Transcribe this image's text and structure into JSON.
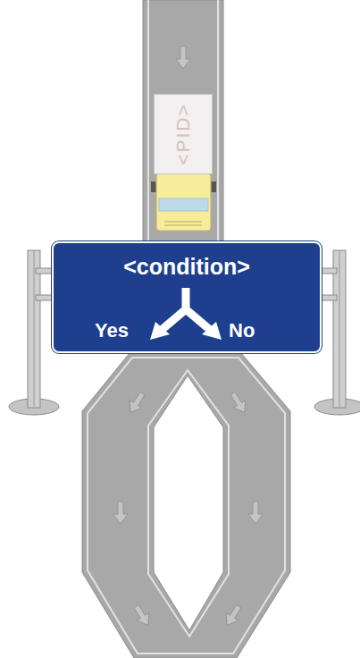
{
  "diagram": {
    "nodes": [
      {
        "text": [
          "<PID>"
        ]
      },
      {
        "text": [
          "<condition>",
          "Yes",
          "No"
        ]
      }
    ]
  }
}
